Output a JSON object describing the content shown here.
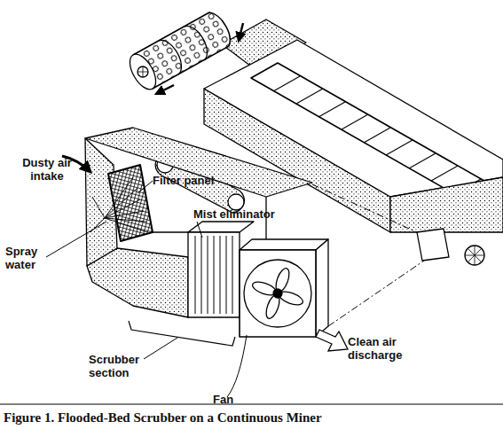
{
  "diagram": {
    "caption": "Figure 1. Flooded-Bed Scrubber on a Continuous Miner",
    "labels": [
      "Dusty air intake",
      "Filter panel",
      "Spray water",
      "Mist eliminator",
      "Scrubber section",
      "Fan",
      "Clean air discharge"
    ]
  }
}
